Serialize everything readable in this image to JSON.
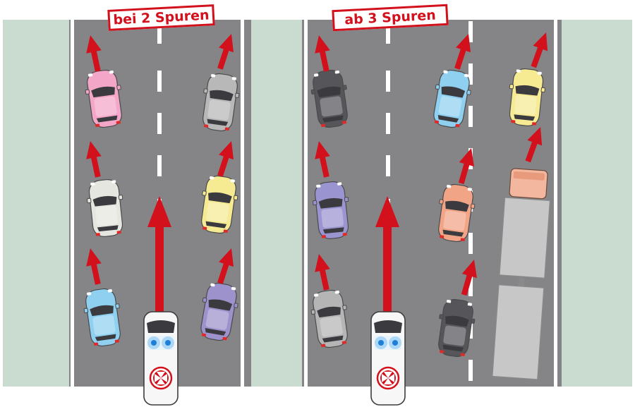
{
  "labels": {
    "two_lanes": "bei 2 Spuren",
    "three_lanes": "ab 3 Spuren"
  },
  "colors": {
    "verge": "#c9dccf",
    "road": "#858588",
    "marking": "#ffffff",
    "arrow": "#d2111d",
    "ambulance_light": "#1e7fd8"
  },
  "roads": [
    {
      "label_key": "two_lanes",
      "vehicles": [
        "pink-car",
        "white-car",
        "blue-car",
        "grey-car",
        "yellow-car",
        "purple-car",
        "ambulance"
      ]
    },
    {
      "label_key": "three_lanes",
      "vehicles": [
        "black-car",
        "purple-car",
        "grey-car",
        "blue-car",
        "orange-car",
        "black-car",
        "yellow-car",
        "truck",
        "ambulance"
      ]
    }
  ],
  "icons": {
    "vehicle": "car-icon",
    "direction": "arrow-up-icon",
    "emblem": "maltese-cross-icon"
  }
}
